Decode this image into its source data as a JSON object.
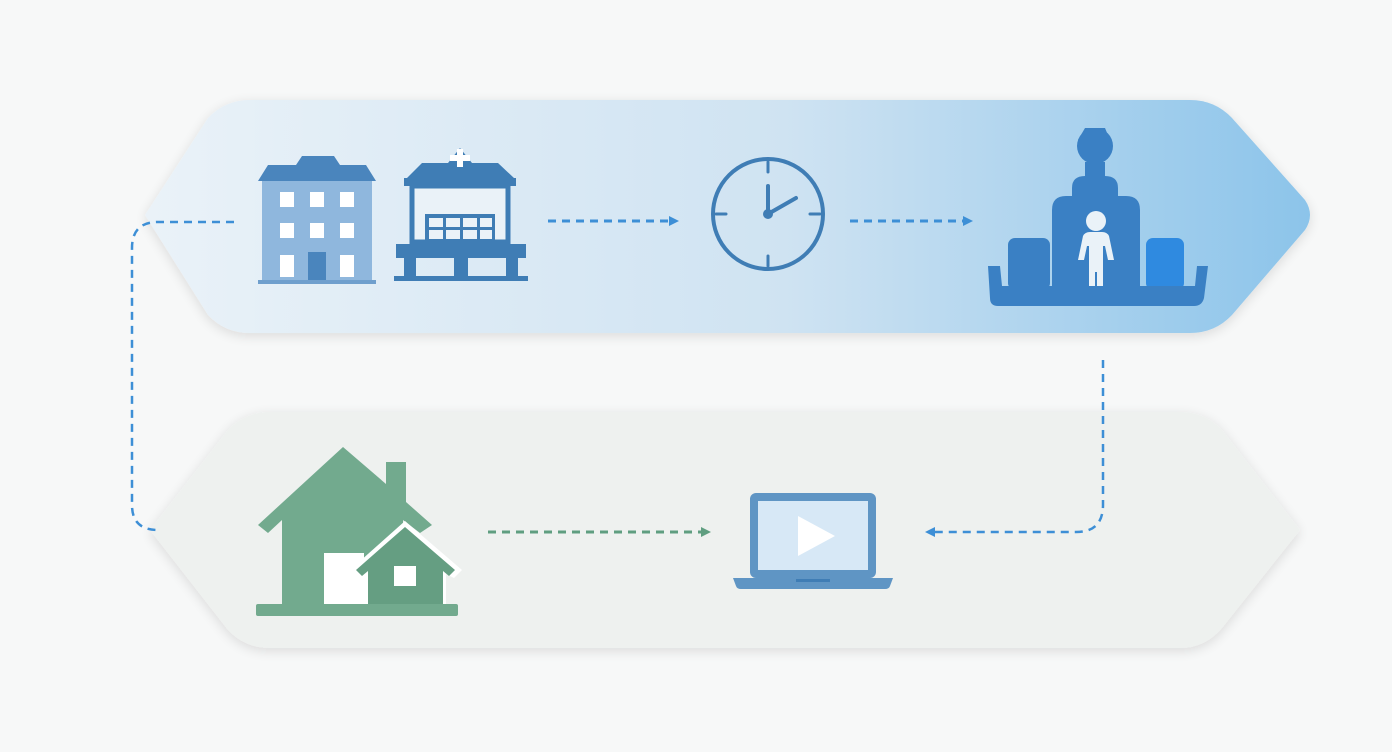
{
  "diagram": {
    "colors": {
      "background": "#f7f8f8",
      "top_band_start": "#eaf2f8",
      "top_band_end": "#8cc4ea",
      "bottom_band": "#eef1ef",
      "blue_icon_light": "#8fb7dd",
      "blue_icon_dark": "#3f7db5",
      "accent_blue": "#3d8fd6",
      "green_icon": "#72aa8e",
      "green_icon_dark": "#659e82",
      "green_connector": "#5f9e80",
      "laptop_frame": "#5f95c4",
      "laptop_screen": "#d7e8f6"
    },
    "nodes": [
      {
        "id": "office-building",
        "icon": "office-building-icon"
      },
      {
        "id": "hospital",
        "icon": "hospital-building-icon"
      },
      {
        "id": "clock",
        "icon": "clock-icon"
      },
      {
        "id": "patient-waiting-room",
        "icon": "patient-waiting-room-icon"
      },
      {
        "id": "home",
        "icon": "house-icon"
      },
      {
        "id": "laptop-video",
        "icon": "laptop-video-icon"
      }
    ],
    "connections": [
      {
        "from": "hospital",
        "to": "clock",
        "style": "dashed-arrow"
      },
      {
        "from": "clock",
        "to": "patient-waiting-room",
        "style": "dashed-arrow"
      },
      {
        "from": "patient-waiting-room",
        "to": "laptop-video",
        "style": "dashed-elbow-arrow"
      },
      {
        "from": "home",
        "to": "laptop-video",
        "style": "dashed-arrow"
      },
      {
        "from": "office-building",
        "to": "home",
        "style": "dashed-elbow-line"
      }
    ]
  }
}
